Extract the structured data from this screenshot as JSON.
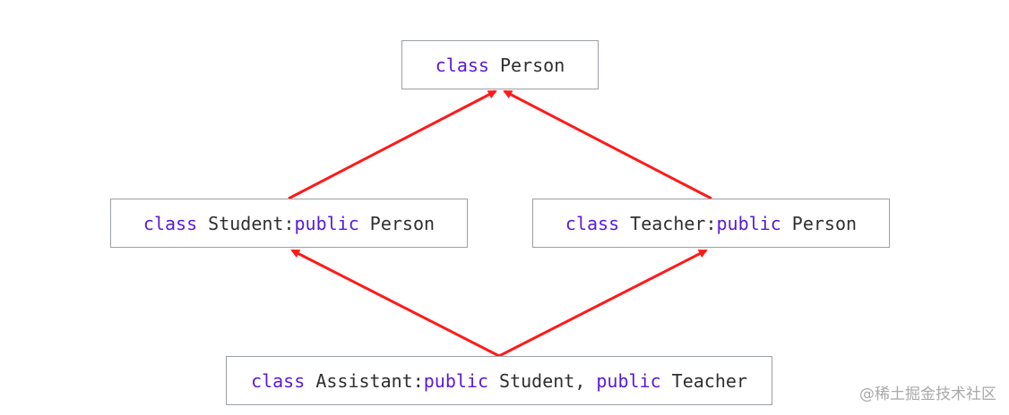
{
  "diagram": {
    "arrow_color": "#ff1a1a",
    "keyword_color": "#5a1ad6",
    "text_color": "#2f2f2f",
    "nodes": {
      "person": {
        "kw1": "class",
        "name": " Person"
      },
      "student": {
        "kw1": "class",
        "name": " Student:",
        "kw2": "public",
        "base": " Person"
      },
      "teacher": {
        "kw1": "class",
        "name": " Teacher:",
        "kw2": "public",
        "base": " Person"
      },
      "assistant": {
        "kw1": "class",
        "name": " Assistant:",
        "kw2": "public",
        "base1": " Student,",
        "kw3": "public",
        "base2": " Teacher"
      }
    },
    "edges": [
      {
        "from": "student",
        "to": "person"
      },
      {
        "from": "teacher",
        "to": "person"
      },
      {
        "from": "assistant",
        "to": "student"
      },
      {
        "from": "assistant",
        "to": "teacher"
      }
    ]
  },
  "watermark": "@稀土掘金技术社区"
}
